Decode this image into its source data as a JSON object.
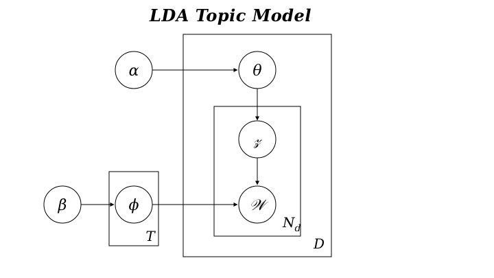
{
  "title": "LDA Topic Model",
  "nodes": {
    "alpha": "α",
    "theta": "θ",
    "z": "𝓏",
    "w": "𝒲",
    "beta": "β",
    "phi": "ϕ"
  },
  "plates": {
    "documents": "D",
    "words": "N",
    "words_subscript": "d",
    "topics": "T"
  },
  "edges": [
    [
      "alpha",
      "theta"
    ],
    [
      "theta",
      "z"
    ],
    [
      "z",
      "w"
    ],
    [
      "beta",
      "phi"
    ],
    [
      "phi",
      "w"
    ]
  ],
  "colors": {
    "stroke": "#000000",
    "background": "#ffffff"
  }
}
